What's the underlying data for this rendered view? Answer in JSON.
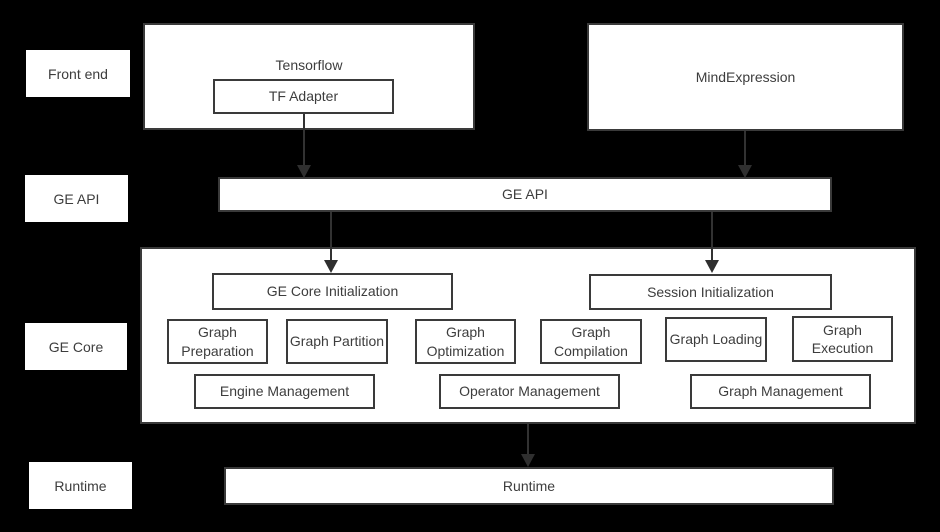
{
  "colors": {
    "background": "#000000",
    "box_fill": "#ffffff",
    "box_border": "#3a3a3a",
    "text": "#3d3d3d",
    "arrow": "#323232"
  },
  "row_labels": [
    {
      "label": "Front end"
    },
    {
      "label": "GE API"
    },
    {
      "label": "GE Core"
    },
    {
      "label": "Runtime"
    }
  ],
  "front_end": {
    "tensorflow_title": "Tensorflow",
    "tf_adapter_label": "TF Adapter",
    "mind_expression_label": "MindExpression"
  },
  "ge_api_bar": {
    "label": "GE API"
  },
  "ge_core": {
    "init_boxes": [
      {
        "label": "GE Core Initialization"
      },
      {
        "label": "Session Initialization"
      }
    ],
    "stage_boxes": [
      {
        "label": "Graph Preparation"
      },
      {
        "label": "Graph Partition"
      },
      {
        "label": "Graph Optimization"
      },
      {
        "label": "Graph Compilation"
      },
      {
        "label": "Graph Loading"
      },
      {
        "label": "Graph Execution"
      }
    ],
    "management_boxes": [
      {
        "label": "Engine Management"
      },
      {
        "label": "Operator Management"
      },
      {
        "label": "Graph Management"
      }
    ]
  },
  "runtime_bar": {
    "label": "Runtime"
  }
}
